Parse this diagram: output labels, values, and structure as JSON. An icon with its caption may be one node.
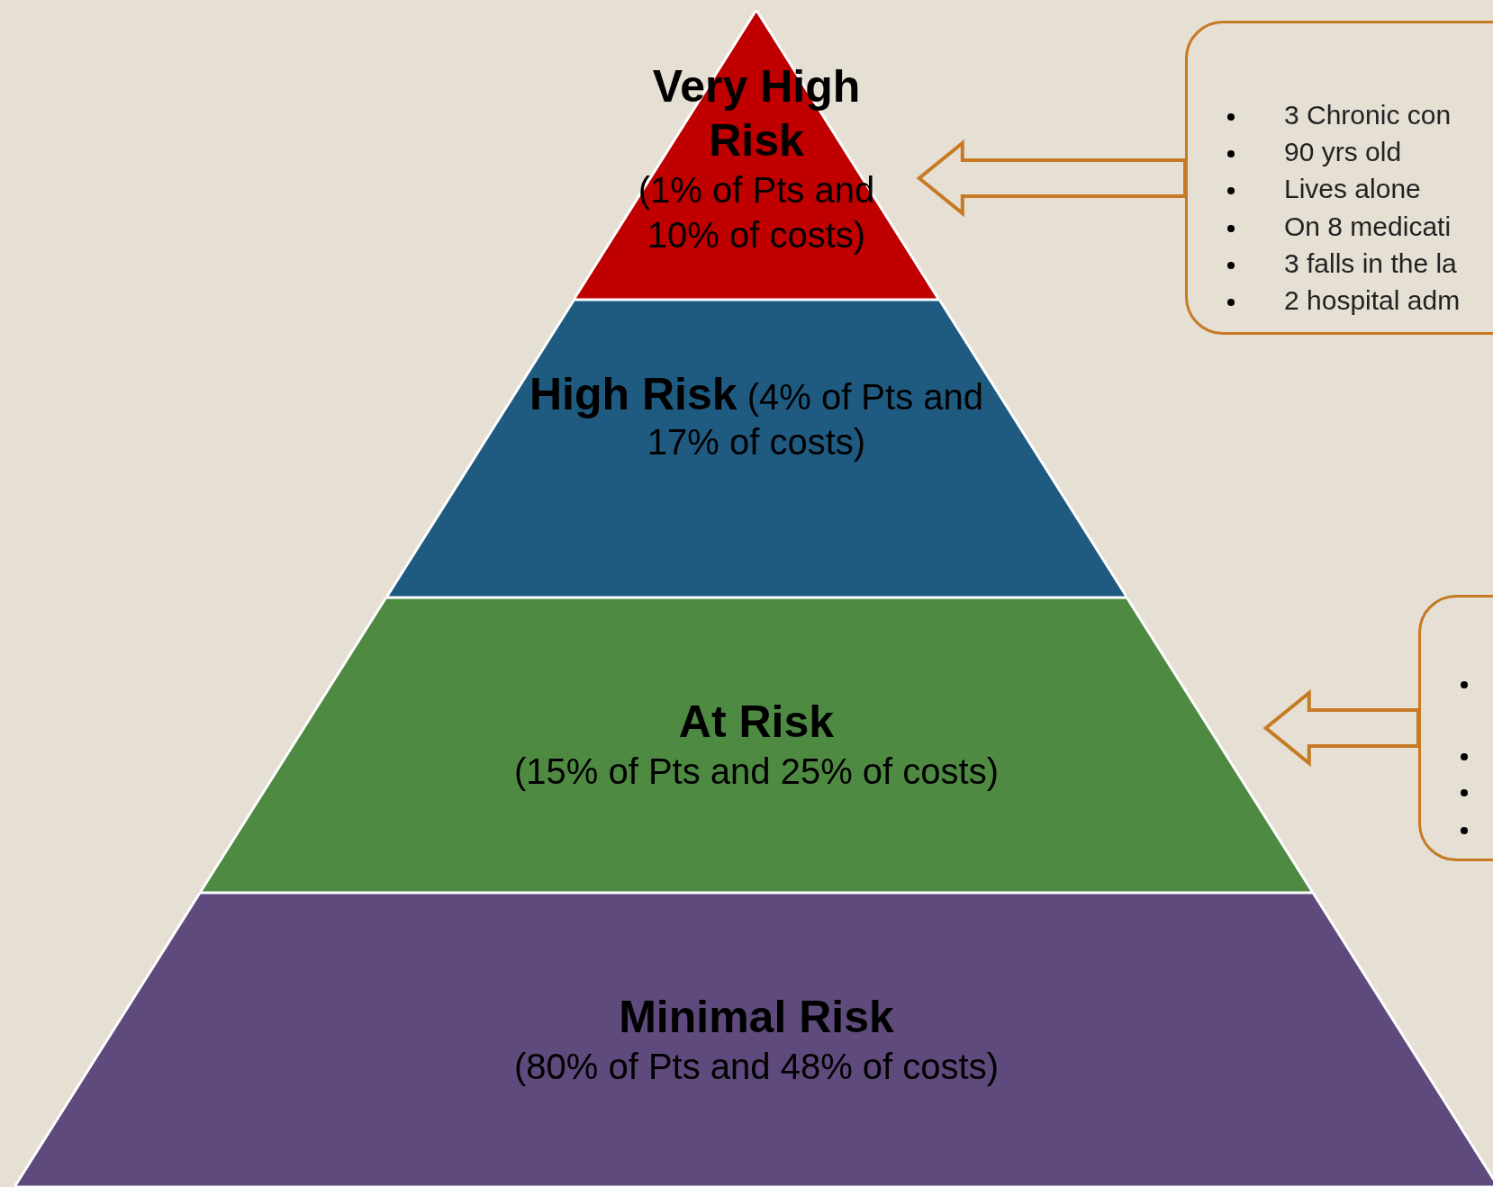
{
  "diagram": {
    "nodes": [
      {
        "text": [
          "Very High Risk",
          "(1% of Pts and 10% of costs)"
        ]
      },
      {
        "text": [
          "**High Risk** (4% of Pts and 17% of costs)"
        ]
      },
      {
        "text": [
          "At Risk",
          "(15% of Pts and 25% of costs)"
        ]
      },
      {
        "text": [
          "Minimal Risk",
          "(80% of Pts and 48% of costs)"
        ]
      },
      {
        "text": [
          "3 Chronic con",
          "90 yrs old",
          "Lives alone",
          "On 8 medicati",
          "3 falls in the la",
          "2 hospital adm"
        ]
      },
      {
        "text": [],
        "shape": "box"
      }
    ],
    "edges": [
      {
        "from": 4,
        "to": 0,
        "arrow": "to"
      },
      {
        "from": 5,
        "to": 2,
        "arrow": "to"
      }
    ]
  }
}
